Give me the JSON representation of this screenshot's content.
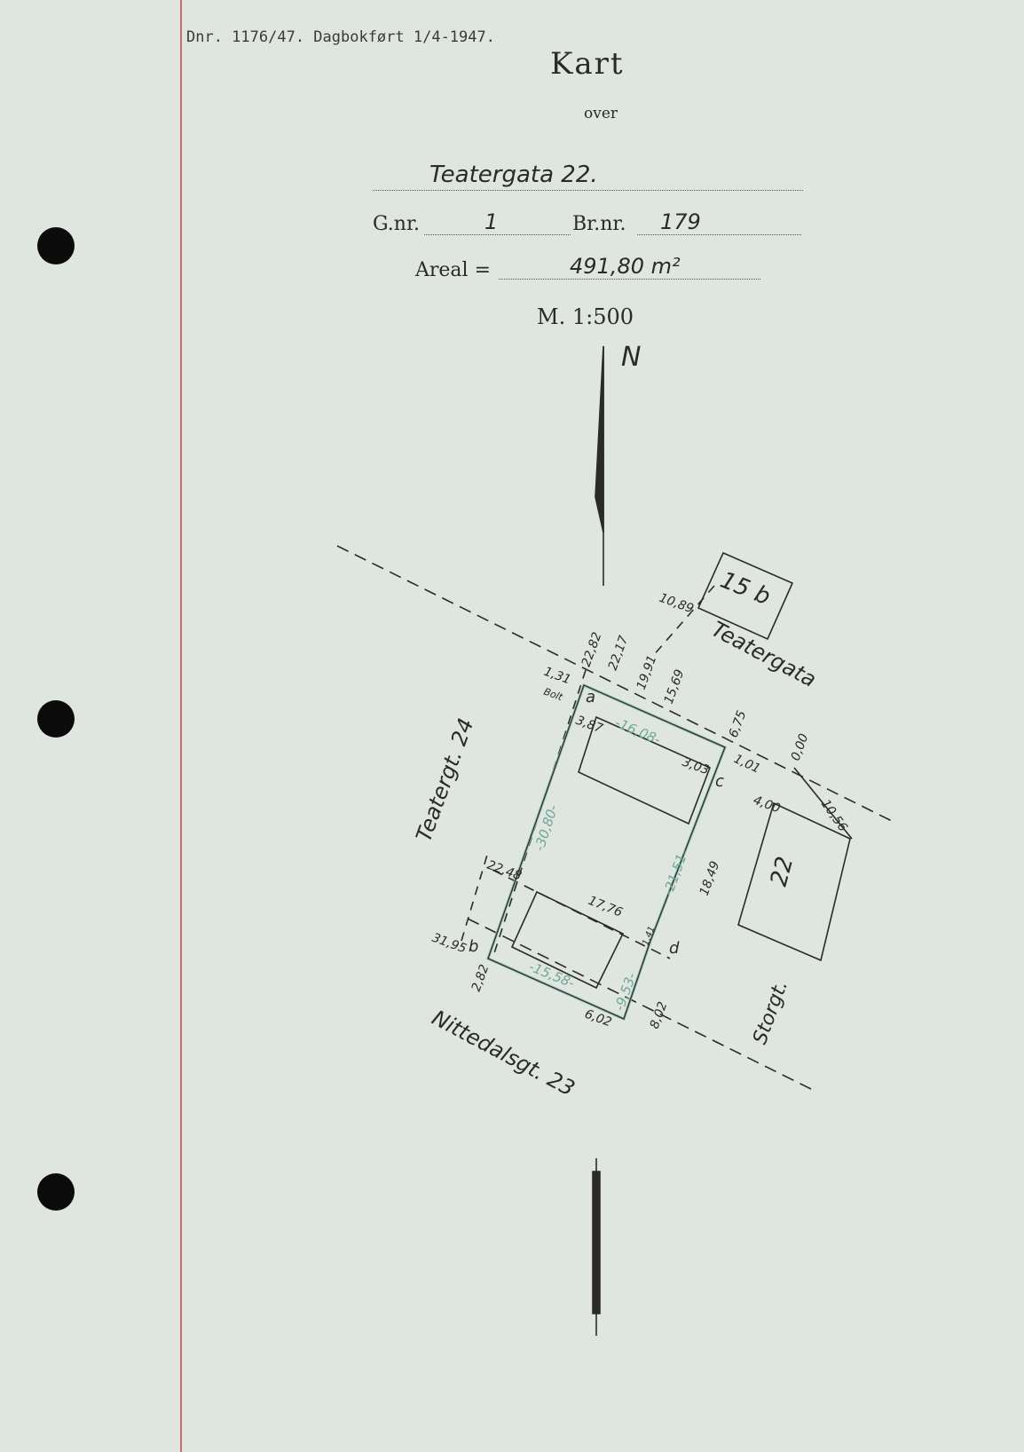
{
  "header": {
    "reference": "Dnr. 1176/47. Dagbokført 1/4-1947."
  },
  "title": {
    "main": "Kart",
    "sub": "over"
  },
  "property": {
    "address": "Teatergata 22.",
    "gnr_label": "G.nr.",
    "gnr_value": "1",
    "brnr_label": "Br.nr.",
    "brnr_value": "179",
    "areal_label": "Areal =",
    "areal_value": "491,80 m²",
    "scale": "M. 1:500"
  },
  "map": {
    "north": "N",
    "streets": {
      "teatergata": "Teatergata",
      "teatergt24": "Teatergt. 24",
      "nittedalsgt": "Nittedalsgt. 23",
      "storgt": "Storgt."
    },
    "buildings": {
      "b15b": "15 b",
      "b22": "22"
    },
    "points": {
      "a": "a",
      "b": "b",
      "c": "c",
      "d": "d",
      "bolt": "Bolt"
    },
    "measures_black": [
      "10,89",
      "22,82",
      "22,17",
      "19,91",
      "15,69",
      "1,31",
      "3,87",
      "6,75",
      "1,01",
      "3,03",
      "0,00",
      "4,00",
      "10,56",
      "22,48",
      "17,76",
      "18,49",
      "31,95",
      "2,82",
      "1,41",
      "8,02",
      "6,02"
    ],
    "measures_green": [
      "-16,08-",
      "-30,80-",
      "-21,51-",
      "-15,58-",
      "-9,53-"
    ]
  }
}
